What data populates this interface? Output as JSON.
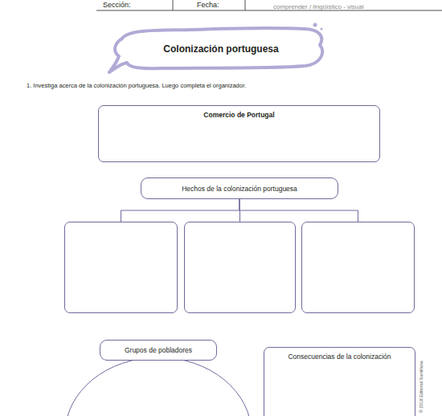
{
  "diagram": {
    "title": "Colonización portuguesa",
    "nodes": [
      {
        "text": [
          "Comercio de Portugal"
        ]
      },
      {
        "text": [
          "Hechos de la colonización portuguesa"
        ]
      },
      {
        "text": []
      },
      {
        "text": []
      },
      {
        "text": []
      },
      {
        "text": [
          "Grupos de pobladores"
        ]
      },
      {
        "text": [
          "Consecuencias de la colonización"
        ]
      }
    ],
    "edges": [
      {
        "from": 1,
        "to": 2,
        "arrow": "none"
      },
      {
        "from": 1,
        "to": 3,
        "arrow": "none"
      },
      {
        "from": 1,
        "to": 4,
        "arrow": "none"
      }
    ],
    "labels": [
      "Sección:",
      "Fecha:",
      "comprender / lingüístico - visual",
      "1. Investiga acerca de la colonización portuguesa. Luego completa el organizador.",
      "© 2018 Editorial Santillana"
    ]
  }
}
